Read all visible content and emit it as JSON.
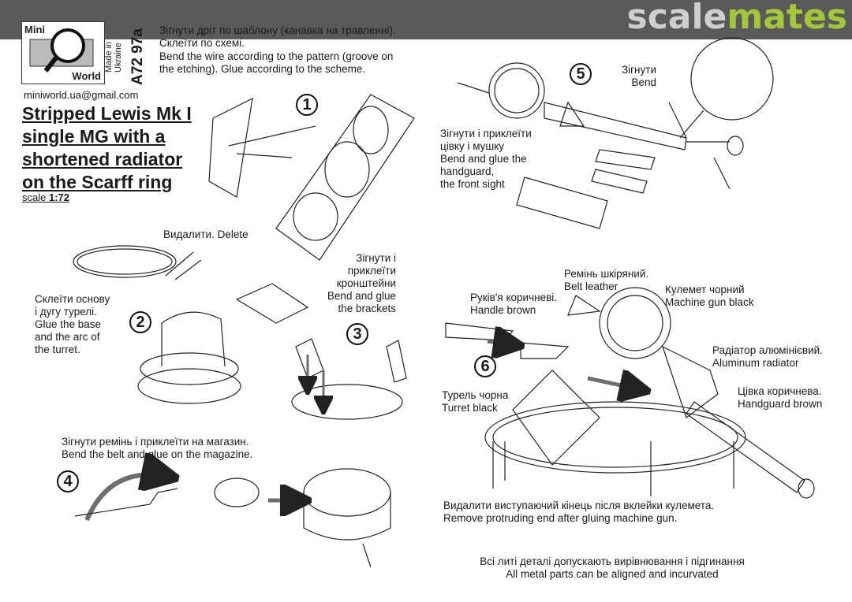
{
  "header": {
    "brand_part1": "scale",
    "brand_part2": "mates"
  },
  "logo": {
    "line1": "Mini",
    "line2": "World"
  },
  "made_in": "Made in Ukraine",
  "product_code": "A72 97a",
  "email": "miniworld.ua@gmail.com",
  "title": {
    "line1": "Stripped Lewis Mk I",
    "line2": "single MG with a",
    "line3": "shortened radiator",
    "line4": "on the Scarff ring"
  },
  "scale": {
    "label": "scale ",
    "value": "1:72"
  },
  "intro": {
    "ua": "Зігнути дріт по шаблону (канавка на травленні).\nСклеїти по схемі.",
    "en": "Bend the wire according to the pattern (groove on\nthe etching). Glue according to the scheme."
  },
  "steps": {
    "s1": "1",
    "s2": "2",
    "s3": "3",
    "s4": "4",
    "s5": "5",
    "s6": "6"
  },
  "notes": {
    "delete": "Видалити. Delete",
    "glue_base": "Склеїти основу\nі дугу турелі.\nGlue the base\nand the arc of\nthe turret.",
    "brackets": "Зігнути і\nприклеїти\nкронштейни\nBend and glue\nthe brackets",
    "belt": "Зігнути ремінь і приклеїти на магазин.\nBend the belt and glue on the magazine.",
    "bend5": "Зігнути\nBend",
    "barrel": "Зігнути і приклеїти\nцівку і мушку\nBend and glue the\nhandguard,\nthe front sight",
    "belt_leather": "Ремінь шкіряний.\nBelt leather",
    "handle": "Руків'я коричневі.\nHandle brown",
    "mg_black": "Кулемет чорний\nMachine gun black",
    "radiator": "Радіатор алюмінієвий.\nAluminum radiator",
    "turret": "Турель чорна\nTurret black",
    "handguard": "Цівка коричнева.\nHandguard brown",
    "remove_end": "Видалити виступаючий кінець після вклейки кулемета.\nRemove protruding end after gluing machine gun.",
    "metal_parts": "Всі литі деталі допускають вирівнювання і підгинання\nAll metal parts can be aligned and incurvated"
  },
  "colors": {
    "topbar": "#5a5a5a",
    "brand_gray": "#cfcfcf",
    "brand_green": "#a4c639",
    "arrow_gray": "#6e6e6e"
  }
}
